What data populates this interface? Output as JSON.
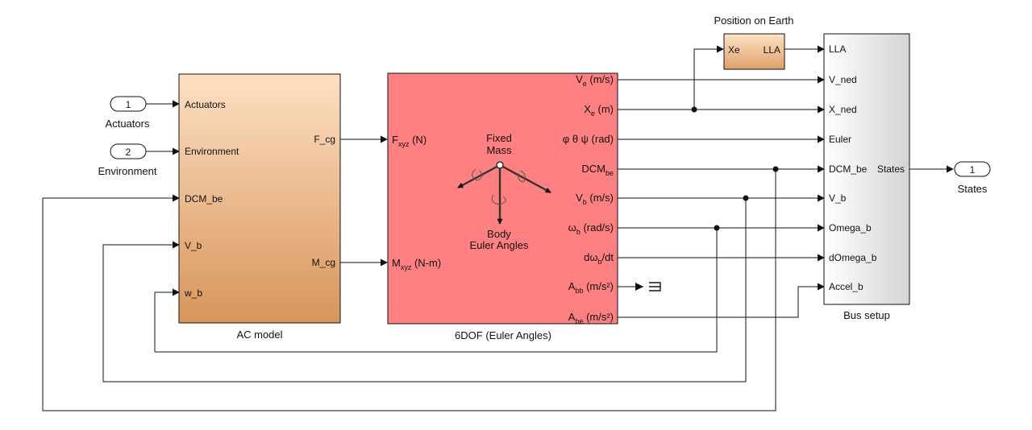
{
  "colors": {
    "background": "#ffffff",
    "line": "#111111",
    "ac_top": "#fde0c2",
    "ac_bottom": "#d8955b",
    "sixdof_fill": "#ff8080",
    "llablock_top": "#fde3c6",
    "llablock_bottom": "#e0a068",
    "bus_top": "#ffffff",
    "bus_bottom": "#d4d4d4"
  },
  "inports": [
    {
      "number": "1",
      "label": "Actuators"
    },
    {
      "number": "2",
      "label": "Environment"
    }
  ],
  "outport": {
    "number": "1",
    "label": "States"
  },
  "ac_model": {
    "title": "AC model",
    "inputs": [
      "Actuators",
      "Environment",
      "DCM_be",
      "V_b",
      "w_b"
    ],
    "outputs": [
      "F_cg",
      "M_cg"
    ]
  },
  "sixdof": {
    "title": "6DOF (Euler Angles)",
    "input_fxyz": {
      "main": "F",
      "sub": "xyz",
      "rest": " (N)"
    },
    "input_mxyz": {
      "main": "M",
      "sub": "xyz",
      "rest": " (N-m)"
    },
    "icon_fixed_mass": [
      "Fixed",
      "Mass"
    ],
    "icon_body_euler": [
      "Body",
      "Euler Angles"
    ],
    "outputs": [
      {
        "main": "V",
        "sub": "e",
        "rest": " (m/s)"
      },
      {
        "main": "X",
        "sub": "e",
        "rest": " (m)"
      },
      {
        "main": "φ θ ψ (rad)",
        "sub": "",
        "rest": ""
      },
      {
        "main": "DCM",
        "sub": "be",
        "rest": ""
      },
      {
        "main": "V",
        "sub": "b",
        "rest": " (m/s)"
      },
      {
        "main": "ω",
        "sub": "b",
        "rest": " (rad/s)"
      },
      {
        "main": "dω",
        "sub": "b",
        "rest": "/dt"
      },
      {
        "main": "A",
        "sub": "bb",
        "rest": " (m/s²)"
      },
      {
        "main": "A",
        "sub": "be",
        "rest": " (m/s²)"
      }
    ]
  },
  "position_block": {
    "title": "Position on Earth",
    "input": "Xe",
    "output": "LLA"
  },
  "bus_setup": {
    "title": "Bus setup",
    "inputs": [
      "LLA",
      "V_ned",
      "X_ned",
      "Euler",
      "DCM_be",
      "V_b",
      "Omega_b",
      "dOmega_b",
      "Accel_b"
    ],
    "output": "States"
  }
}
